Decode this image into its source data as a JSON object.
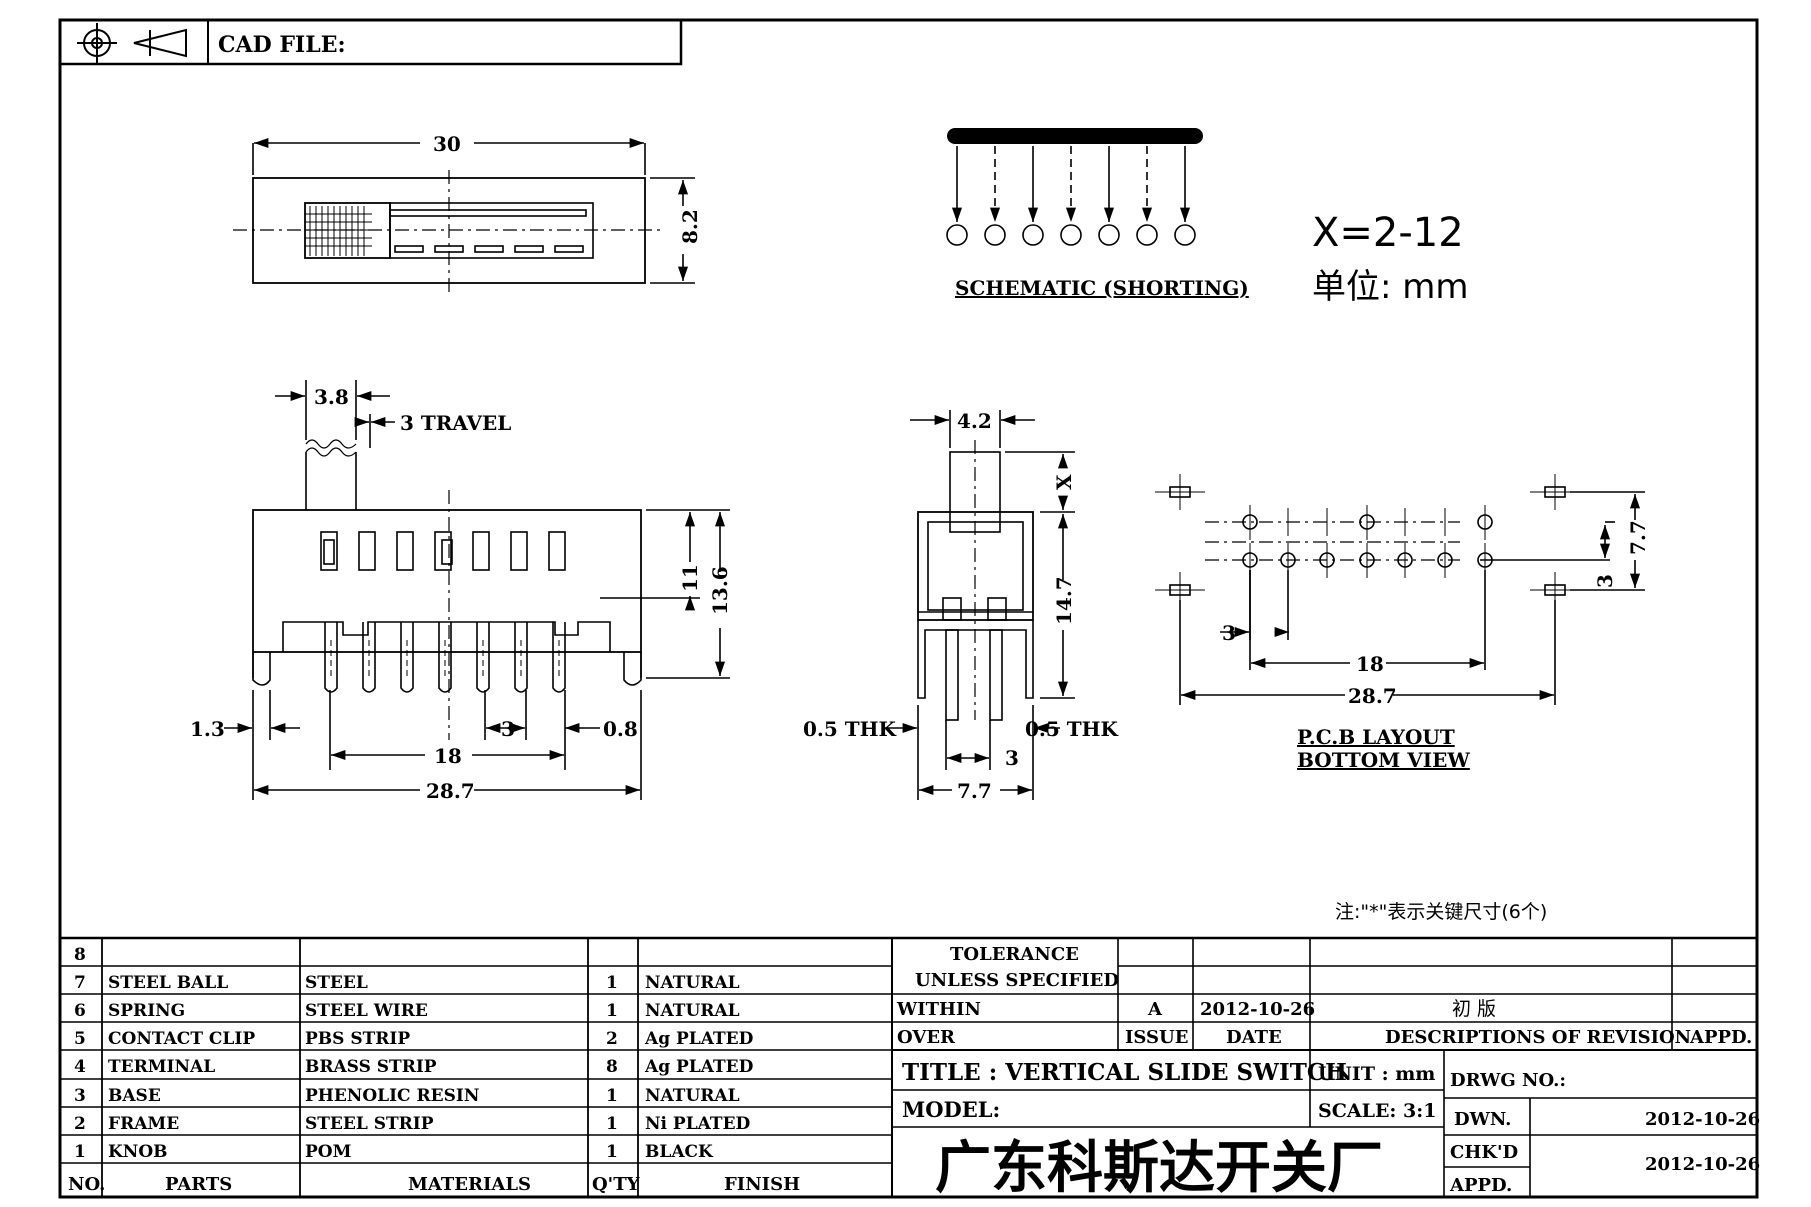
{
  "header": {
    "cad_label": "CAD FILE:"
  },
  "top_view": {
    "width_dim": "30",
    "height_dim": "8.2"
  },
  "schematic": {
    "caption": "SCHEMATIC (SHORTING)",
    "pin_count": 7
  },
  "spec": {
    "x_range": "X=2-12",
    "unit_label": "单位:  mm"
  },
  "front_view": {
    "knob_dim": "3.8",
    "travel": "3 TRAVEL",
    "h11": "11",
    "h136": "13.6",
    "d13": "1.3",
    "d18": "18",
    "d3": "3",
    "d08": "0.8",
    "d287": "28.7"
  },
  "side_view": {
    "top_dim": "4.2",
    "x_label": "X",
    "h147": "14.7",
    "thk_left": "0.5 THK",
    "thk_right": "0.5 THK",
    "d3": "3",
    "d77": "7.7"
  },
  "pcb_layout": {
    "d3": "3",
    "d18": "18",
    "d287": "28.7",
    "d77": "7.7",
    "d3v": "3",
    "caption1": "P.C.B LAYOUT",
    "caption2": "BOTTOM VIEW"
  },
  "note": "注:\"*\"表示关键尺寸(6个)",
  "bom": {
    "rows": [
      {
        "no": "8",
        "part": "",
        "material": "",
        "qty": "",
        "finish": ""
      },
      {
        "no": "7",
        "part": "STEEL BALL",
        "material": "STEEL",
        "qty": "1",
        "finish": "NATURAL"
      },
      {
        "no": "6",
        "part": "SPRING",
        "material": "STEEL WIRE",
        "qty": "1",
        "finish": "NATURAL"
      },
      {
        "no": "5",
        "part": "CONTACT CLIP",
        "material": "PBS STRIP",
        "qty": "2",
        "finish": "Ag PLATED"
      },
      {
        "no": "4",
        "part": "TERMINAL",
        "material": "BRASS STRIP",
        "qty": "8",
        "finish": "Ag PLATED"
      },
      {
        "no": "3",
        "part": "BASE",
        "material": "PHENOLIC RESIN",
        "qty": "1",
        "finish": "NATURAL"
      },
      {
        "no": "2",
        "part": "FRAME",
        "material": "STEEL STRIP",
        "qty": "1",
        "finish": "Ni PLATED"
      },
      {
        "no": "1",
        "part": "KNOB",
        "material": "POM",
        "qty": "1",
        "finish": "BLACK"
      }
    ],
    "headers": {
      "no": "NO.",
      "part": "PARTS",
      "material": "MATERIALS",
      "qty": "Q'TY",
      "finish": "FINISH"
    }
  },
  "title_block": {
    "tolerance1": "TOLERANCE",
    "tolerance2": "UNLESS  SPECIFIED",
    "within": "WITHIN",
    "over": "OVER",
    "rev_letter": "A",
    "rev_date": "2012-10-26",
    "rev_desc": "初  版",
    "issue": "ISSUE",
    "date": "DATE",
    "descriptions": "DESCRIPTIONS OF REVISION",
    "appd": "APPD.",
    "title": "TITLE :  VERTICAL SLIDE SWITCH",
    "unit": "UNIT :  mm",
    "drwg_no": "DRWG NO.:",
    "model": "MODEL:",
    "scale": "SCALE:  3:1",
    "dwn": "DWN.",
    "dwn_date": "2012-10-26",
    "company": "广东科斯达开关厂",
    "chkd": "CHK'D",
    "chkd_date": "2012-10-26",
    "appd2": "APPD."
  }
}
